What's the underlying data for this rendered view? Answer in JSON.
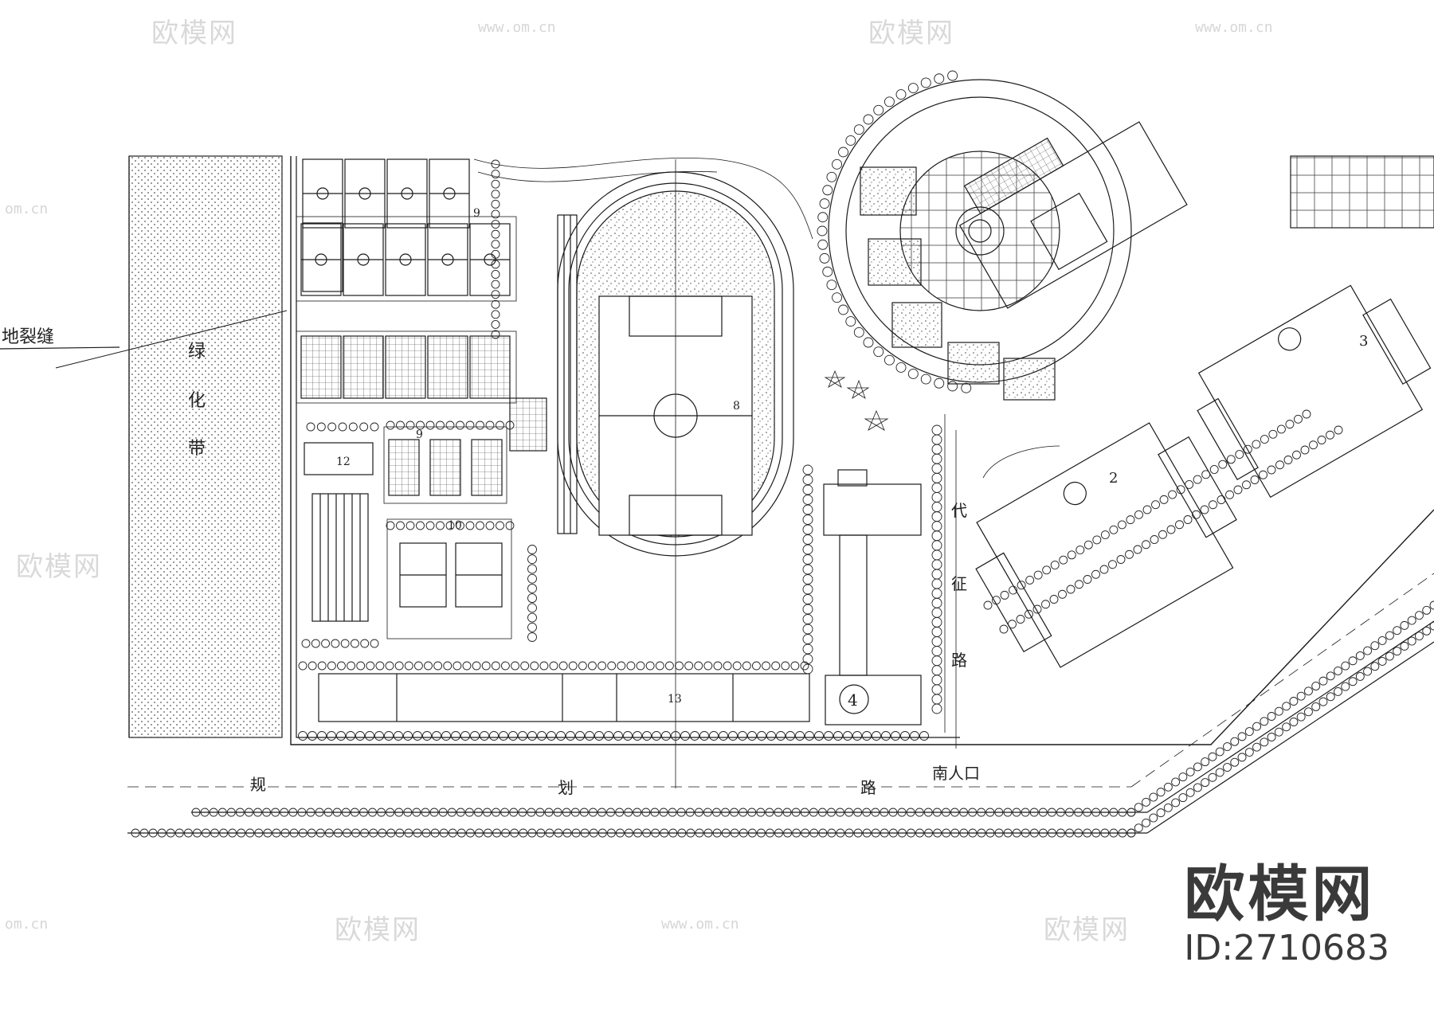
{
  "drawing": {
    "labels": {
      "fault_line": "地裂缝",
      "green_belt": [
        "绿",
        "化",
        "带"
      ],
      "planned_road": [
        "规",
        "划",
        "路"
      ],
      "daizheng_road": [
        "代",
        "征",
        "路"
      ],
      "south_entrance": "南人口",
      "area_8": "8",
      "area_9_top": "9",
      "area_9_mid": "9",
      "area_10": "10",
      "area_12": "12",
      "area_13": "13",
      "building_2": "2",
      "building_3": "3",
      "building_4": "4"
    }
  },
  "watermark": {
    "logo_text": "欧模网",
    "url_text": "www.om.cn",
    "url_short": "om.cn"
  },
  "brand": {
    "name": "欧模网",
    "id": "ID:2710683"
  }
}
